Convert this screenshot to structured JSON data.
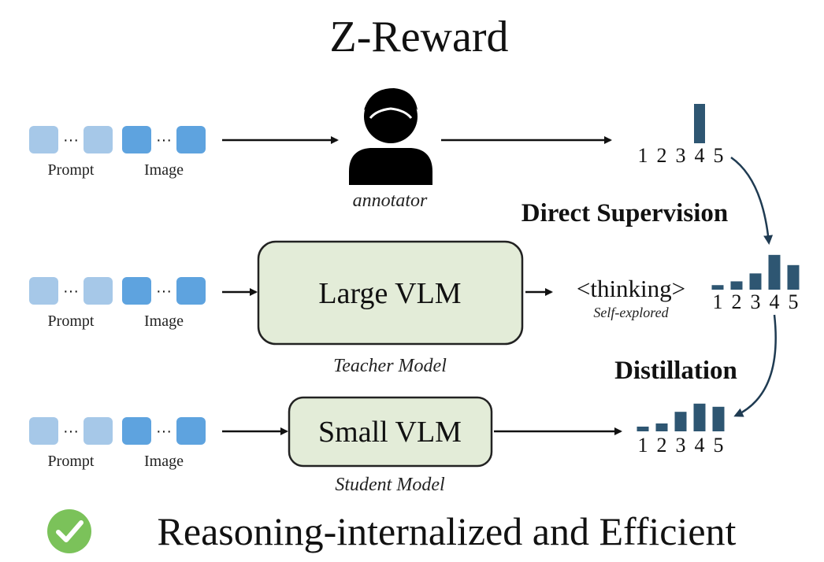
{
  "title": "Z-Reward",
  "token_labels": {
    "prompt": "Prompt",
    "image": "Image",
    "ellipsis": "···"
  },
  "colors": {
    "prompt_token": "#a6c8e8",
    "image_token": "#5ea3df",
    "model_box_fill": "#e3ecd8",
    "model_box_stroke": "#222222",
    "bar": "#2e5672",
    "check": "#7bc25a",
    "arrow": "#111111",
    "curve_arrow": "#1f3b52"
  },
  "rows": [
    {
      "id": "annotator",
      "actor_label": "annotator",
      "actor_icon": "person-icon",
      "score_labels": [
        "1",
        "2",
        "3",
        "4",
        "5"
      ],
      "bar_values": [
        0,
        0,
        0,
        1,
        0
      ]
    },
    {
      "id": "teacher",
      "box_label": "Large VLM",
      "role_label": "Teacher Model",
      "thinking_label": "<thinking>",
      "thinking_sub": "Self-explored",
      "score_labels": [
        "1",
        "2",
        "3",
        "4",
        "5"
      ],
      "bar_values": [
        0.12,
        0.22,
        0.43,
        0.92,
        0.65
      ]
    },
    {
      "id": "student",
      "box_label": "Small VLM",
      "role_label": "Student Model",
      "score_labels": [
        "1",
        "2",
        "3",
        "4",
        "5"
      ],
      "bar_values": [
        0.15,
        0.25,
        0.62,
        0.88,
        0.78
      ]
    }
  ],
  "annotations": {
    "direct_supervision": "Direct Supervision",
    "distillation": "Distillation"
  },
  "bottom": {
    "text": "Reasoning-internalized and Efficient",
    "icon": "check-circle-icon"
  }
}
